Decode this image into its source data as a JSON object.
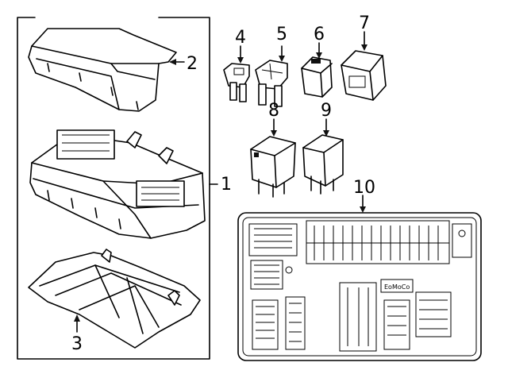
{
  "callouts": [
    {
      "id": "1",
      "label": "1"
    },
    {
      "id": "2",
      "label": "2"
    },
    {
      "id": "3",
      "label": "3"
    },
    {
      "id": "4",
      "label": "4"
    },
    {
      "id": "5",
      "label": "5"
    },
    {
      "id": "6",
      "label": "6"
    },
    {
      "id": "7",
      "label": "7"
    },
    {
      "id": "8",
      "label": "8"
    },
    {
      "id": "9",
      "label": "9"
    },
    {
      "id": "10",
      "label": "10"
    }
  ],
  "board_marking": "EoMoCo"
}
